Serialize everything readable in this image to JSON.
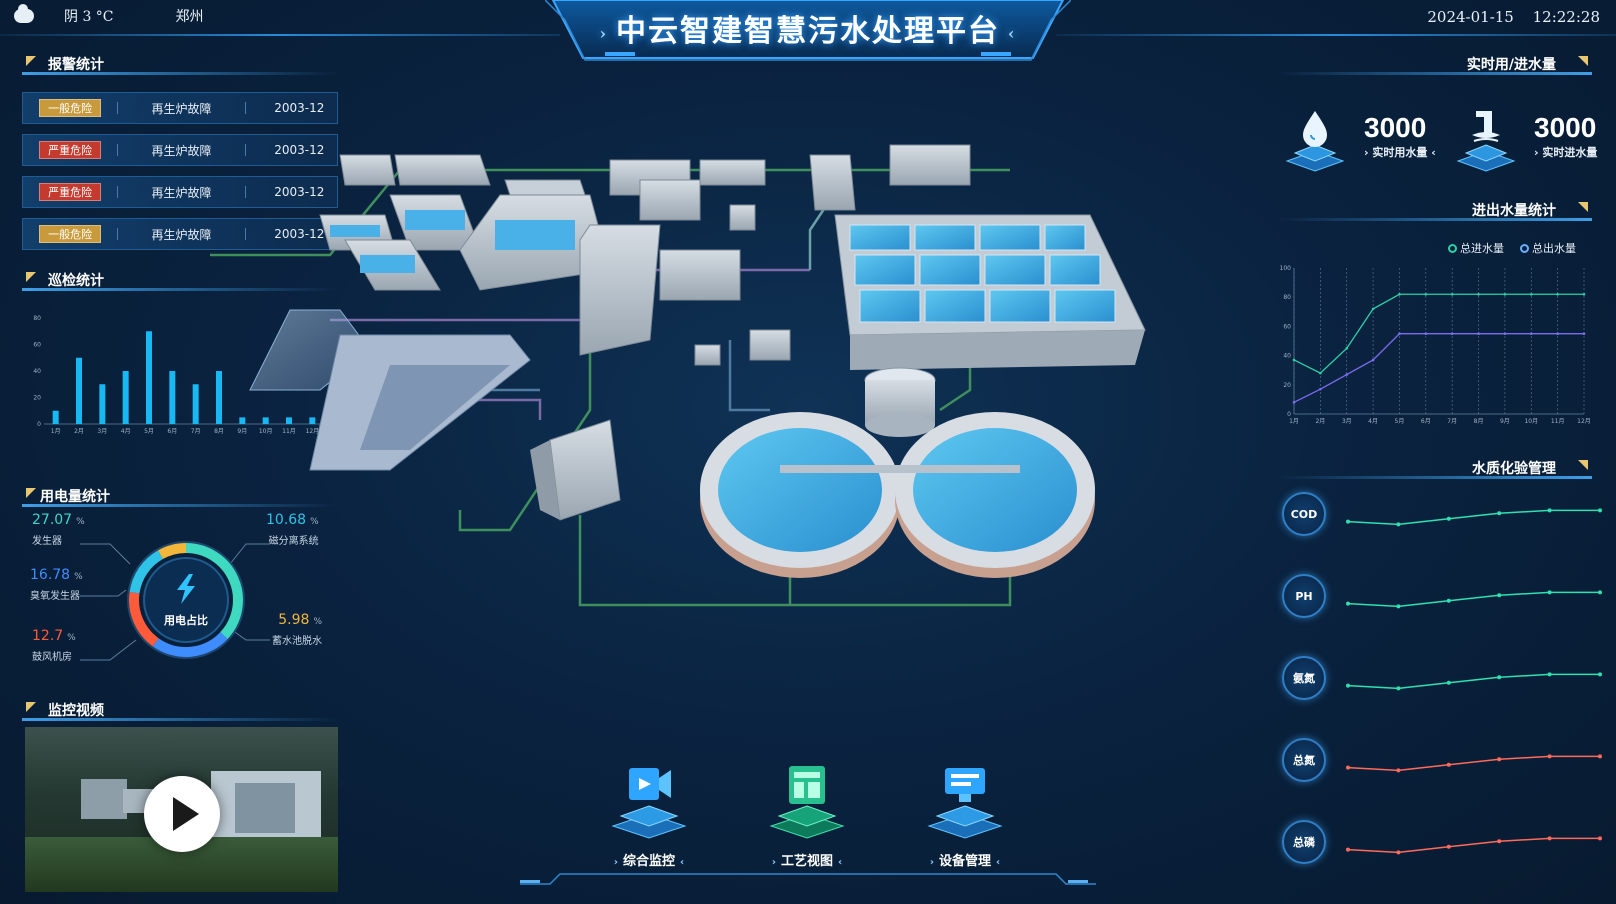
{
  "header": {
    "weather": "阴 3 °C",
    "city": "郑州",
    "title": "中云智建智慧污水处理平台",
    "date": "2024-01-15",
    "time": "12:22:28"
  },
  "alarm_stats": {
    "title": "报警统计",
    "rows": [
      {
        "level": "一般危险",
        "fault": "再生炉故障",
        "date": "2003-12"
      },
      {
        "level": "严重危险",
        "fault": "再生炉故障",
        "date": "2003-12"
      },
      {
        "level": "严重危险",
        "fault": "再生炉故障",
        "date": "2003-12"
      },
      {
        "level": "一般危险",
        "fault": "再生炉故障",
        "date": "2003-12"
      }
    ]
  },
  "inspection": {
    "title": "巡检统计",
    "chart_data": {
      "type": "bar",
      "categories": [
        "1月",
        "2月",
        "3月",
        "4月",
        "5月",
        "6月",
        "7月",
        "8月",
        "9月",
        "10月",
        "11月",
        "12月"
      ],
      "values": [
        10,
        50,
        30,
        40,
        70,
        40,
        30,
        40,
        5,
        5,
        5,
        5
      ],
      "ylim": [
        0,
        80
      ],
      "yticks": [
        "0",
        "20",
        "40",
        "60",
        "80"
      ]
    }
  },
  "power": {
    "title": "用电量统计",
    "center_label": "用电占比",
    "unit": "%",
    "items": [
      {
        "value": "27.07",
        "label": "发生器",
        "color": "#3fd8c0"
      },
      {
        "value": "16.78",
        "label": "臭氧发生器",
        "color": "#3f8cff"
      },
      {
        "value": "12.7",
        "label": "鼓风机房",
        "color": "#ff5a3a"
      },
      {
        "value": "10.68",
        "label": "磁分离系统",
        "color": "#2fc3e8"
      },
      {
        "value": "5.98",
        "label": "蓄水池脱水",
        "color": "#f2b63a"
      }
    ]
  },
  "video": {
    "title": "监控视频"
  },
  "water_realtime": {
    "title": "实时用/进水量",
    "items": [
      {
        "value": "3000",
        "label": "实时用水量"
      },
      {
        "value": "3000",
        "label": "实时进水量"
      }
    ]
  },
  "inout_stats": {
    "title": "进出水量统计",
    "chart_data": {
      "type": "line",
      "categories": [
        "1月",
        "2月",
        "3月",
        "4月",
        "5月",
        "6月",
        "7月",
        "8月",
        "9月",
        "10月",
        "11月",
        "12月"
      ],
      "series": [
        {
          "name": "总进水量",
          "values": [
            37,
            28,
            45,
            72,
            82,
            82,
            82,
            82,
            82,
            82,
            82,
            82
          ],
          "color": "#2ad2a8"
        },
        {
          "name": "总出水量",
          "values": [
            8,
            17,
            27,
            37,
            55,
            55,
            55,
            55,
            55,
            55,
            55,
            55
          ],
          "color": "#7c6cf0"
        }
      ],
      "ylim": [
        0,
        100
      ],
      "yticks": [
        "0",
        "20",
        "40",
        "60",
        "80",
        "100"
      ]
    }
  },
  "water_quality": {
    "title": "水质化验管理",
    "items": [
      {
        "name": "COD",
        "color": "#2fe0b0",
        "values": [
          3,
          2,
          4,
          6,
          7,
          7
        ]
      },
      {
        "name": "PH",
        "color": "#2fe0b0",
        "values": [
          3,
          2,
          4,
          6,
          7,
          7
        ]
      },
      {
        "name": "氨氮",
        "color": "#2fe0b0",
        "values": [
          3,
          2,
          4,
          6,
          7,
          7
        ]
      },
      {
        "name": "总氮",
        "color": "#ff6a5a",
        "values": [
          3,
          2,
          4,
          6,
          7,
          7
        ]
      },
      {
        "name": "总磷",
        "color": "#ff6a5a",
        "values": [
          3,
          2,
          4,
          6,
          7,
          7
        ]
      }
    ]
  },
  "nav": [
    {
      "label": "综合监控",
      "icon": "video-camera-icon"
    },
    {
      "label": "工艺视图",
      "icon": "process-view-icon"
    },
    {
      "label": "设备管理",
      "icon": "device-management-icon"
    }
  ],
  "colors": {
    "accent": "#3d9fe8",
    "badge_general": "#c99a3c",
    "badge_severe": "#c43a2e"
  }
}
